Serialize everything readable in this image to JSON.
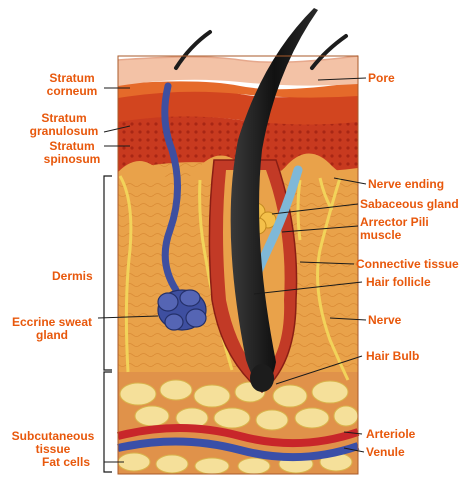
{
  "colors": {
    "label": "#e8580c",
    "leader": "#1a1a1a",
    "epidermis_top": "#f3c2a6",
    "dermis": "#e9a24a",
    "granulosum": "#d2451f",
    "fat": "#f5e09a",
    "vein": "#3a4fa8",
    "artery": "#c8262a",
    "hair": "#1c1c1c",
    "sweat_gland": "#3e4fa0",
    "nerve": "#f2d35a"
  },
  "labels": {
    "stratum_corneum": [
      "Stratum",
      "corneum"
    ],
    "stratum_granulosum": [
      "Stratum",
      "granulosum"
    ],
    "stratum_spinosum": [
      "Stratum",
      "spinosum"
    ],
    "dermis": "Dermis",
    "eccrine_sweat_gland": [
      "Eccrine sweat",
      "gland"
    ],
    "subcutaneous_tissue": [
      "Subcutaneous",
      "tissue"
    ],
    "fat_cells": "Fat cells",
    "pore": "Pore",
    "nerve_ending": "Nerve ending",
    "sebaceous_gland": "Sabaceous gland",
    "arrector_pili": [
      "Arrector Pili",
      "muscle"
    ],
    "connective_tissue": "Connective tissue",
    "hair_follicle": "Hair follicle",
    "nerve": "Nerve",
    "hair_bulb": "Hair Bulb",
    "arteriole": "Arteriole",
    "venule": "Venule"
  }
}
